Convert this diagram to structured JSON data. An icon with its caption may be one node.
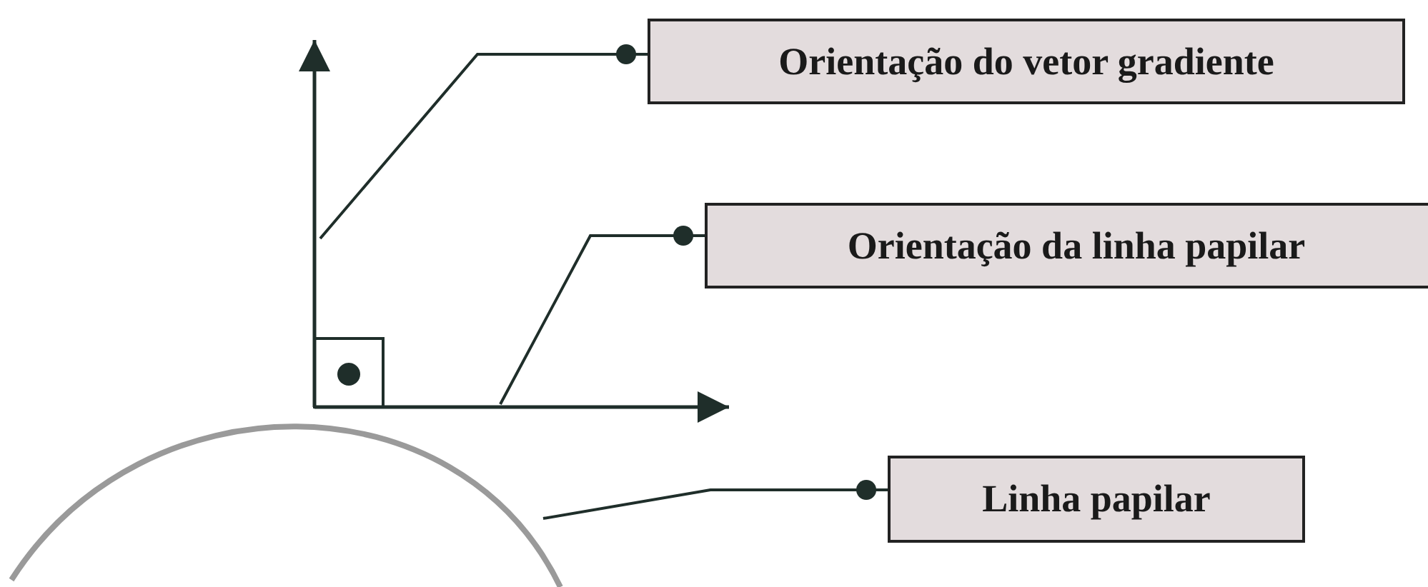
{
  "diagram": {
    "nodes": [
      {
        "text": [
          "Orientação do vetor gradiente"
        ]
      },
      {
        "text": [
          "Orientação da linha papilar"
        ]
      },
      {
        "text": [
          "Linha papilar"
        ]
      },
      {
        "text": [],
        "shape": "arrow"
      },
      {
        "text": [],
        "shape": "arrow"
      },
      {
        "text": [],
        "shape": "curve"
      }
    ],
    "edges": [
      {
        "from": 0,
        "to": 3,
        "arrow": "other"
      },
      {
        "from": 1,
        "to": 4,
        "arrow": "other"
      },
      {
        "from": 2,
        "to": 5,
        "arrow": "other"
      }
    ]
  }
}
